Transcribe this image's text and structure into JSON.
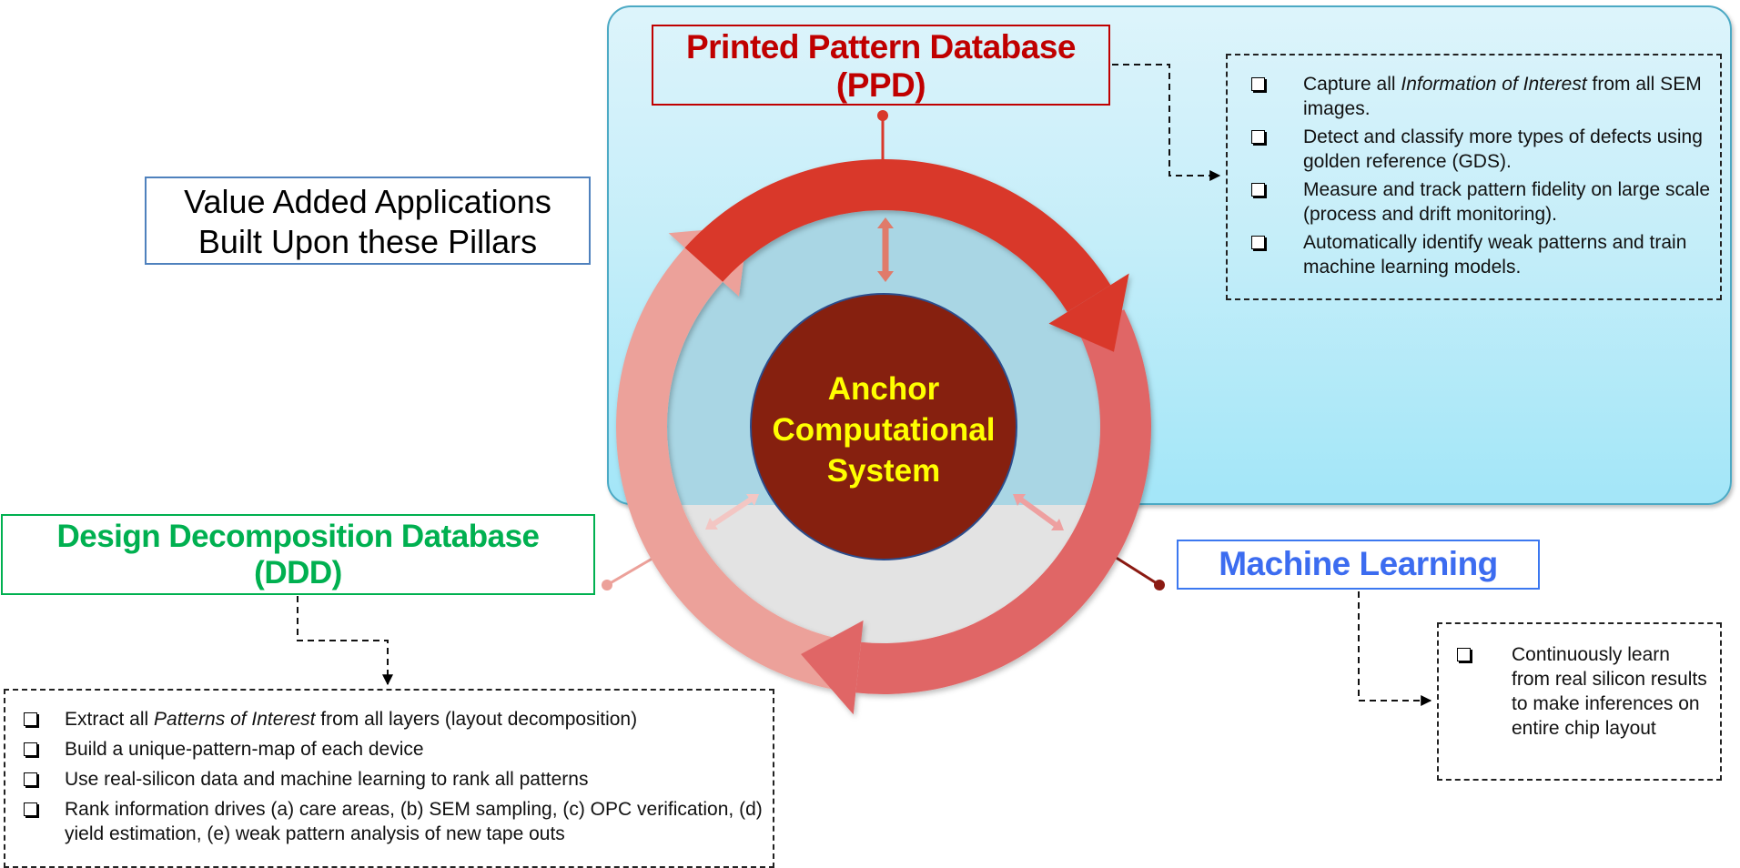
{
  "diagram": {
    "center": {
      "lines": [
        "Anchor",
        "Computational",
        "System"
      ]
    },
    "pillars": {
      "ppd": {
        "title_line1": "Printed Pattern Database",
        "title_line2": "(PPD)",
        "color": "#C00000",
        "bullets": [
          {
            "pre": "Capture all ",
            "em": "Information of Interest",
            "post": " from all SEM images."
          },
          {
            "pre": "Detect and classify more types of defects using golden reference (GDS).",
            "em": "",
            "post": ""
          },
          {
            "pre": "Measure and track pattern fidelity on large scale (process and drift monitoring).",
            "em": "",
            "post": ""
          },
          {
            "pre": "Automatically identify weak patterns and train machine learning models.",
            "em": "",
            "post": ""
          }
        ]
      },
      "ddd": {
        "title_line1": "Design Decomposition Database",
        "title_line2": "(DDD)",
        "color": "#00B050",
        "bullets": [
          {
            "pre": "Extract all ",
            "em": "Patterns of Interest",
            "post": " from all layers (layout decomposition)"
          },
          {
            "pre": "Build a unique-pattern-map of each device",
            "em": "",
            "post": ""
          },
          {
            "pre": "Use real-silicon data and machine learning to rank all patterns",
            "em": "",
            "post": ""
          },
          {
            "pre": "Rank information drives (a) care areas, (b) SEM sampling, (c) OPC verification, (d) yield estimation, (e) weak pattern analysis of new tape outs",
            "em": "",
            "post": ""
          }
        ]
      },
      "ml": {
        "title": "Machine Learning",
        "color": "#3C6CF0",
        "bullets": [
          {
            "pre": "Continuously learn from real silicon results to make inferences on entire chip layout",
            "em": "",
            "post": ""
          }
        ]
      }
    },
    "value_added": {
      "line1": "Value Added Applications",
      "line2": "Built Upon these Pillars"
    },
    "colors": {
      "ring_top": "#D9382B",
      "ring_right": "#E06666",
      "ring_left": "#ECA19A",
      "core": "#86200F",
      "core_text": "#FFFF00",
      "panel": "#C6EEF9"
    }
  }
}
